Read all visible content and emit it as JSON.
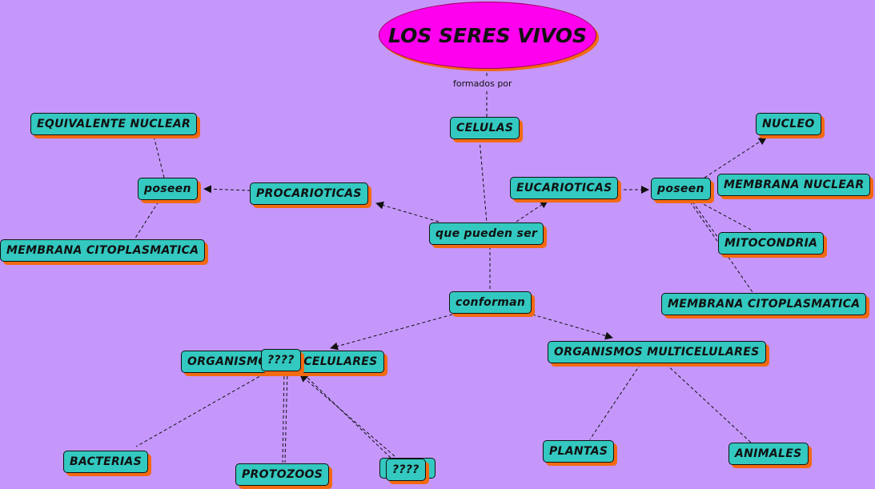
{
  "title": "LOS SERES VIVOS",
  "link_label": "formados por",
  "nodes": {
    "celulas": "CELULAS",
    "que_pueden_ser": "que pueden ser",
    "procarioticas": "PROCARIOTICAS",
    "eucarioticas": "EUCARIOTICAS",
    "poseen_left": "poseen",
    "poseen_right": "poseen",
    "equivalente_nuclear": "EQUIVALENTE NUCLEAR",
    "membrana_citoplasmatica_left": "MEMBRANA CITOPLASMATICA",
    "nucleo": "NUCLEO",
    "membrana_nuclear": "MEMBRANA NUCLEAR",
    "mitocondria": "MITOCONDRIA",
    "membrana_citoplasmatica_right": "MEMBRANA CITOPLASMATICA",
    "conforman": "conforman",
    "organismos_unicelulares": "ORGANISMOS UNICELULARES",
    "unknown_top": "????",
    "organismos_multicelulares": "ORGANISMOS MULTICELULARES",
    "bacterias": "BACTERIAS",
    "protozoos": "PROTOZOOS",
    "unknown_bottom": "????",
    "plantas": "PLANTAS",
    "animales": "ANIMALES"
  },
  "colors": {
    "background": "#c597fb",
    "node_fill": "#33c8c0",
    "node_shadow": "#f26a12",
    "title_fill": "#ff00ee"
  }
}
